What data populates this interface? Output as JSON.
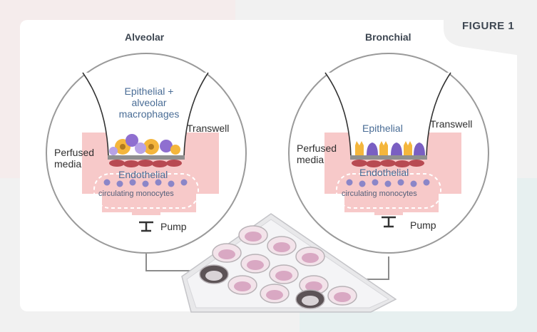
{
  "figure_label": "FIGURE 1",
  "panels": {
    "alveolar": {
      "title": "Alveolar",
      "cell_label_lines": [
        "Epithelial +",
        "alveolar",
        "macrophages"
      ],
      "transwell": "Transwell",
      "perfused_lines": [
        "Perfused",
        "media"
      ],
      "endothelial": "Endothelial",
      "monocytes": "circulating monocytes",
      "pump": "Pump"
    },
    "bronchial": {
      "title": "Bronchial",
      "cell_label": "Epithelial",
      "transwell": "Transwell",
      "perfused_lines": [
        "Perfused",
        "media"
      ],
      "endothelial": "Endothelial",
      "monocytes": "circulating monocytes",
      "pump": "Pump"
    }
  },
  "colors": {
    "media_pink": "#f7c9c9",
    "loop_pink": "#f19b9b",
    "endothelium_red": "#b84a52",
    "monocyte_purple": "#8b86c8",
    "epithelial_blue": "#4a6d96"
  }
}
